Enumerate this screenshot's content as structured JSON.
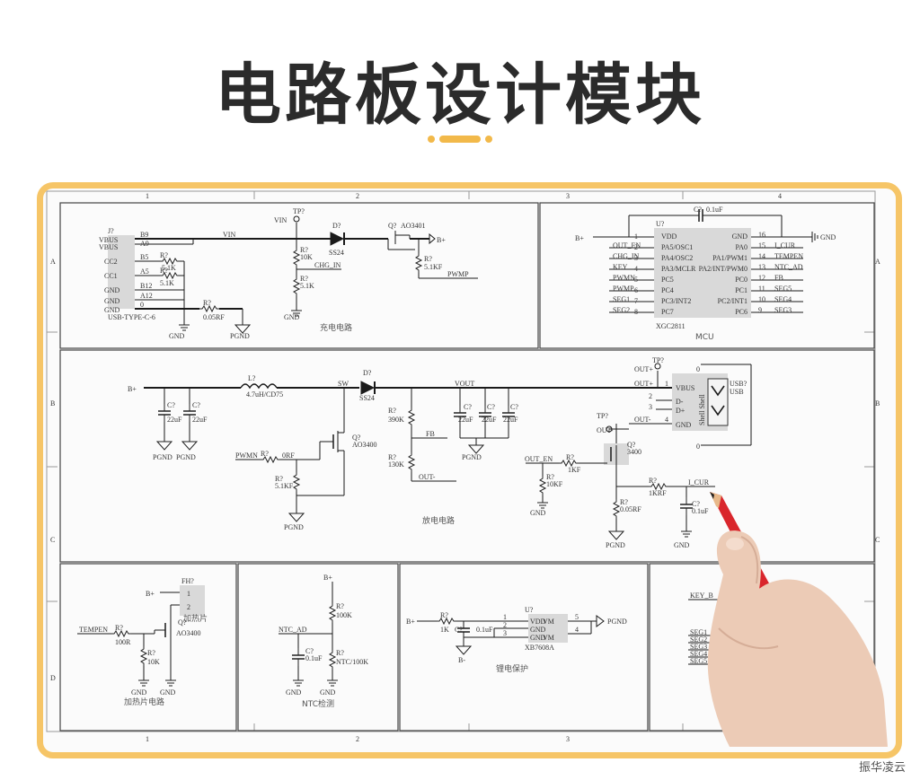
{
  "page": {
    "title": "电路板设计模块",
    "watermark": "振华凌云"
  },
  "colors": {
    "accent": "#f6c567",
    "accent_dark": "#f2b94a",
    "wire": "#1a1a1a",
    "chip_fill": "#d9d9d9",
    "pencil": "#d9262c"
  },
  "grid": {
    "columns": [
      "1",
      "2",
      "3",
      "4"
    ],
    "rows": [
      "A",
      "B",
      "C",
      "D"
    ]
  },
  "charge": {
    "caption": "充电电路",
    "usb_ref": "J?",
    "usb_pins": [
      "VBUS",
      "VBUS",
      "CC2",
      "CC1",
      "GND",
      "GND",
      "GND"
    ],
    "usb_pin_nums": [
      "B9",
      "A9",
      "B5",
      "A5",
      "B12",
      "A12",
      "0"
    ],
    "usb_part": "USB-TYPE-C-6",
    "r_cc1": "R?",
    "r_cc1_val": "5.1K",
    "r_cc2": "R?",
    "r_cc2_val": "5.1K",
    "r_sense": "R?",
    "r_sense_val": "0.05RF",
    "gnd": "GND",
    "pgnd": "PGND",
    "vin": "VIN",
    "tp": "TP?",
    "diode": "D?",
    "diode_part": "SS24",
    "mos": "Q?",
    "mos_part": "AO3401",
    "bplus": "B+",
    "r_div1": "R?",
    "r_div1_val": "10K",
    "r_div2": "R?",
    "r_div2_val": "5.1K",
    "chg_in": "CHG_IN",
    "r_gate": "R?",
    "r_gate_val": "5.1KF",
    "pwmp": "PWMP"
  },
  "mcu": {
    "caption": "MCU",
    "ref": "U?",
    "part": "XGC2811",
    "cap": "C?",
    "cap_val": "0.1uF",
    "bplus": "B+",
    "gnd": "GND",
    "left_pins": [
      {
        "num": "1",
        "name": "VDD",
        "net": ""
      },
      {
        "num": "2",
        "name": "PA5/OSC1",
        "net": "OUT_EN"
      },
      {
        "num": "3",
        "name": "PA4/OSC2",
        "net": "CHG_IN"
      },
      {
        "num": "4",
        "name": "PA3/MCLR",
        "net": "KEY"
      },
      {
        "num": "5",
        "name": "PC5",
        "net": "PWMN"
      },
      {
        "num": "6",
        "name": "PC4",
        "net": "PWMP"
      },
      {
        "num": "7",
        "name": "PC3/INT2",
        "net": "SEG1"
      },
      {
        "num": "8",
        "name": "PC7",
        "net": "SEG2"
      }
    ],
    "right_pins": [
      {
        "num": "16",
        "name": "GND",
        "net": ""
      },
      {
        "num": "15",
        "name": "PA0",
        "net": "I_CUR"
      },
      {
        "num": "14",
        "name": "PA1/PWM1",
        "net": "TEMPEN"
      },
      {
        "num": "13",
        "name": "PA2/INT/PWM0",
        "net": "NTC_AD"
      },
      {
        "num": "12",
        "name": "PC0",
        "net": "FB"
      },
      {
        "num": "11",
        "name": "PC1",
        "net": "SEG5"
      },
      {
        "num": "10",
        "name": "PC2/INT1",
        "net": "SEG4"
      },
      {
        "num": "9",
        "name": "PC6",
        "net": "SEG3"
      }
    ]
  },
  "discharge": {
    "caption": "放电电路",
    "bplus": "B+",
    "c1": "C?",
    "c1_val": "22uF",
    "c2": "C?",
    "c2_val": "22uF",
    "inductor": "L?",
    "inductor_val": "4.7uH/CD75",
    "sw": "SW",
    "diode": "D?",
    "diode_part": "SS24",
    "vout": "VOUT",
    "c3": "C?",
    "c3_val": "22uF",
    "c4": "C?",
    "c4_val": "22uF",
    "c5": "C?",
    "c5_val": "22uF",
    "r_fb1": "R?",
    "r_fb1_val": "390K",
    "r_fb2": "R?",
    "r_fb2_val": "130K",
    "fb": "FB",
    "out_minus": "OUT-",
    "mos": "Q?",
    "mos_part": "AO3400",
    "pwmn": "PWMN",
    "r_gate": "R?",
    "r_gate_val": "0RF",
    "r_pd": "R?",
    "r_pd_val": "5.1KF",
    "pgnd": "PGND",
    "tp_out_plus": "TP?",
    "out_plus": "OUT+",
    "tp_out_minus": "TP?",
    "out_minus_tp": "OUT-",
    "usb_ref": "USB?",
    "usb_part": "USB",
    "usb_pins": [
      "VBUS",
      "D-",
      "D+",
      "GND"
    ],
    "usb_pin_nums": [
      "1",
      "2",
      "3",
      "4"
    ],
    "usb_shell": "Shell Shell",
    "usb_zero": "0",
    "out_en": "OUT_EN",
    "r_en": "R?",
    "r_en_val": "1KF",
    "r_en_pd": "R?",
    "r_en_pd_val": "10KF",
    "mos2": "Q?",
    "mos2_part": "3400",
    "r_sense": "R?",
    "r_sense_val": "0.05RF",
    "r_cur": "R?",
    "r_cur_val": "1KRF",
    "i_cur": "I_CUR",
    "c_cur": "C?",
    "c_cur_val": "0.1uF",
    "gnd": "GND"
  },
  "heater": {
    "caption": "加热片电路",
    "fh": "FH?",
    "fh_label": "加热片",
    "bplus": "B+",
    "tempen": "TEMPEN",
    "r_gate": "R?",
    "r_gate_val": "100R",
    "r_pd": "R?",
    "r_pd_val": "10K",
    "mos": "Q?",
    "mos_part": "AO3400",
    "pins": [
      "1",
      "2"
    ],
    "gnd": "GND"
  },
  "ntc": {
    "caption": "NTC检测",
    "bplus": "B+",
    "r_top": "R?",
    "r_top_val": "100K",
    "ntc_ad": "NTC_AD",
    "cap": "C?",
    "cap_val": "0.1uF",
    "r_ntc": "R?",
    "r_ntc_val": "NTC/100K",
    "gnd": "GND"
  },
  "battery": {
    "caption": "锂电保护",
    "bplus": "B+",
    "r": "R?",
    "r_val": "1K",
    "cap": "C?",
    "cap_val": "0.1uF",
    "bminus": "B-",
    "ic": "U?",
    "ic_part": "XB7608A",
    "ic_pins_left": [
      "VDD",
      "GND",
      "GND"
    ],
    "ic_pins_right": [
      "VM",
      "VM"
    ],
    "pin_nums": [
      "1",
      "2",
      "3",
      "5",
      "4"
    ],
    "pgnd": "PGND"
  },
  "keys": {
    "key": "KEY_B",
    "segs": [
      "SEG1",
      "SEG2",
      "SEG3",
      "SEG4",
      "SEG5"
    ]
  }
}
